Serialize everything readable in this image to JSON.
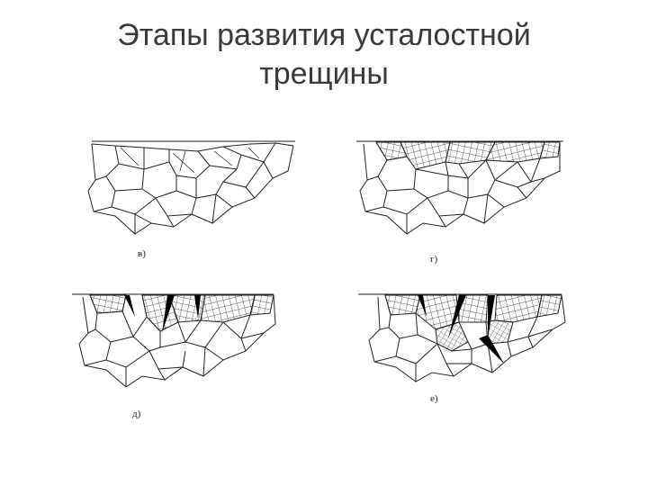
{
  "slide": {
    "title_line1": "Этапы развития усталостной",
    "title_line2": "трещины"
  },
  "panels": [
    {
      "id": "v",
      "label": "в)",
      "hatching": "none",
      "cracks": 0
    },
    {
      "id": "g",
      "label": "г)",
      "hatching": "surface grains",
      "cracks": 0
    },
    {
      "id": "d",
      "label": "д)",
      "hatching": "surface grains",
      "cracks": 3
    },
    {
      "id": "e",
      "label": "е)",
      "hatching": "deeper grains",
      "cracks": 4
    }
  ],
  "colors": {
    "ink": "#222222",
    "crack": "#000000",
    "title": "#3a3a3a"
  }
}
